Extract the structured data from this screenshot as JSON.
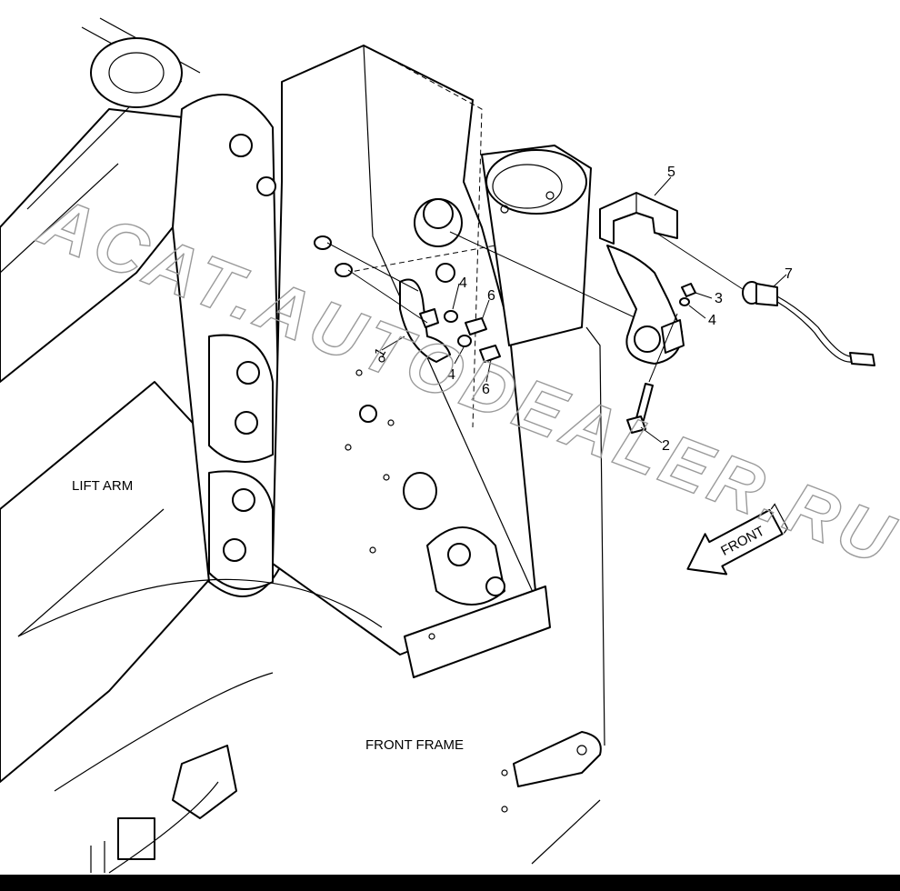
{
  "labels": {
    "lift_arm": "LIFT ARM",
    "front_frame": "FRONT FRAME",
    "front_arrow": "FRONT"
  },
  "watermark": "ACAT.AUTODEALER.RU",
  "callouts": {
    "c1": "1",
    "c2": "2",
    "c3": "3",
    "c4a": "4",
    "c4b": "4",
    "c4c": "4",
    "c5": "5",
    "c6a": "6",
    "c6b": "6",
    "c7": "7"
  },
  "colors": {
    "line": "#000000",
    "background": "#ffffff",
    "watermark": "#9a9a9a"
  }
}
